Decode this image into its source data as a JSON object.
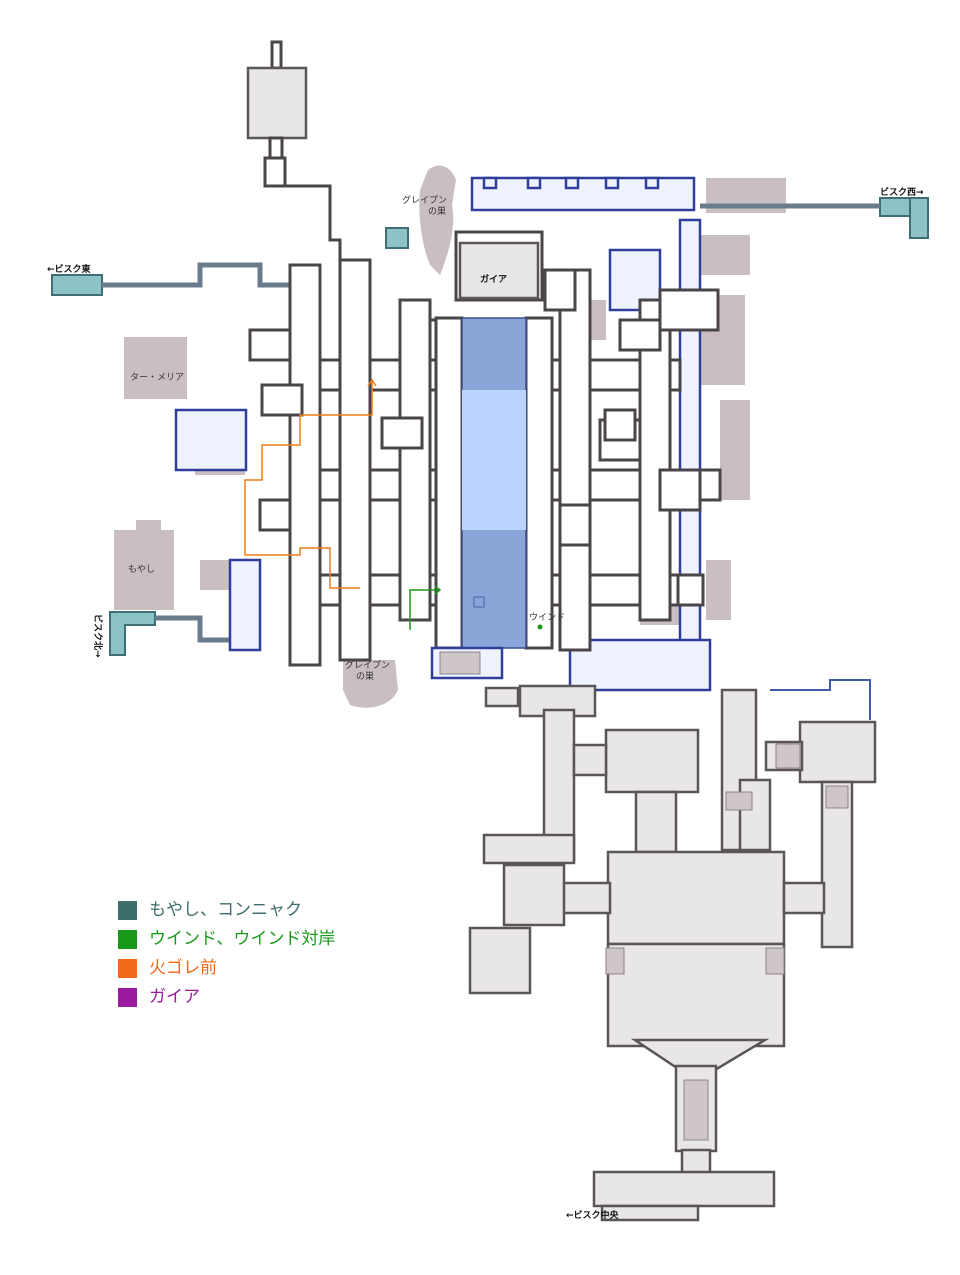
{
  "labels": {
    "gaia_room": "ガイア",
    "griffon_nest_north_1": "グレイプン",
    "griffon_nest_north_2": "の巣",
    "griffon_nest_south_1": "グレイプン",
    "griffon_nest_south_2": "の巣",
    "exit_bisk_east": "←ビスク東",
    "exit_bisk_west": "ビスク西→",
    "exit_bisk_north": "ビスク北→",
    "exit_bisk_center": "←ビスク中央",
    "tar_meria": "ター・メリア",
    "moyashi": "もやし",
    "wind": "ウインド"
  },
  "legend": [
    {
      "label": "もやし、コンニャク",
      "color": "#3e6e6c"
    },
    {
      "label": "ウインド、ウインド対岸",
      "color": "#1a9a1a"
    },
    {
      "label": "火ゴレ前",
      "color": "#f06a1a"
    },
    {
      "label": "ガイア",
      "color": "#9a1aa0"
    }
  ],
  "colors": {
    "room_fill": "#e9e6e8",
    "wall": "#5a5558",
    "blue_corridor": "#2f3f9a",
    "hall_blue": "#8aa6d8",
    "teal_exit": "#8cc3c6"
  }
}
